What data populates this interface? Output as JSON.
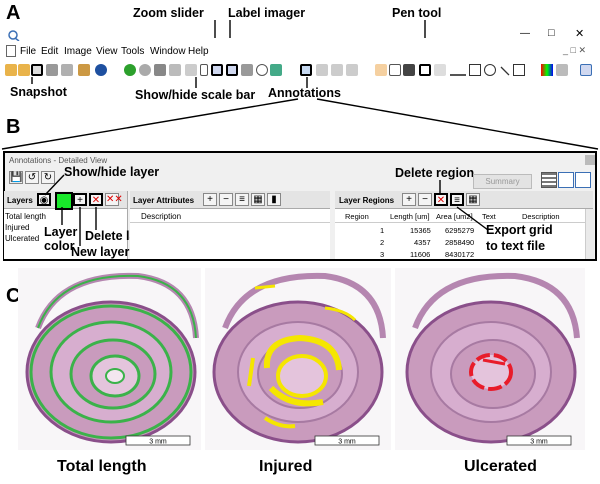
{
  "panels": {
    "a": "A",
    "b": "B",
    "c": "C"
  },
  "panel_a": {
    "callouts": {
      "zoom_slider": "Zoom slider",
      "label_imager": "Label imager",
      "pen_tool": "Pen tool",
      "snapshot": "Snapshot",
      "scale_bar": "Show/hide scale bar",
      "annotations": "Annotations"
    },
    "menu": [
      "File",
      "Edit",
      "Image",
      "View",
      "Tools",
      "Window",
      "Help"
    ],
    "window_controls": {
      "minimize": "—",
      "maximize": "□",
      "close": "✕"
    }
  },
  "panel_b": {
    "window_title": "Annotations - Detailed View",
    "callouts": {
      "show_hide_layer": "Show/hide layer",
      "layer_color": "Layer color",
      "delete_layer": "Delete layer",
      "new_layer": "New layer",
      "delete_region": "Delete region",
      "export_grid": "Export grid to text file"
    },
    "summary_button": "Summary",
    "layers_label": "Layers",
    "layers": [
      "Total length",
      "Injured",
      "Ulcerated"
    ],
    "layer_attributes_label": "Layer Attributes",
    "attr_column": "Description",
    "layer_regions_label": "Layer Regions",
    "region_columns": [
      "Region",
      "Length [um]",
      "Area [um2]",
      "Text",
      "Description"
    ],
    "regions": [
      {
        "region": "1",
        "length": "15365",
        "area": "6295279"
      },
      {
        "region": "2",
        "length": "4357",
        "area": "2858490"
      },
      {
        "region": "3",
        "length": "11606",
        "area": "8430172"
      }
    ]
  },
  "panel_c": {
    "scale_label": "3 mm",
    "labels": [
      "Total length",
      "Injured",
      "Ulcerated"
    ]
  }
}
